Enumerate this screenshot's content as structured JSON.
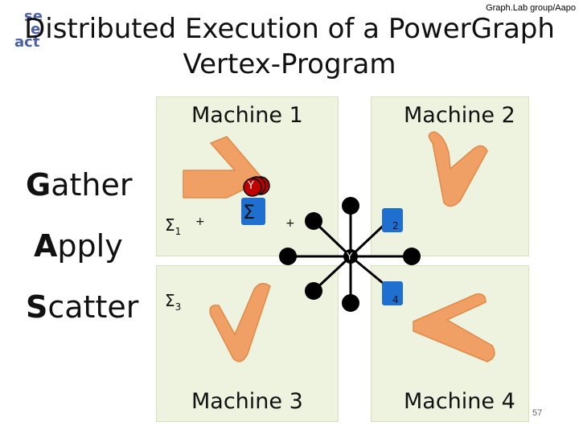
{
  "logo": {
    "line1": "se",
    "line2": "le",
    "line3": "act"
  },
  "credit": "Graph.Lab group/Aapo",
  "title_line1": "Distributed Execution of a PowerGraph",
  "title_line2": "Vertex-Program",
  "machines": [
    "Machine 1",
    "Machine 2",
    "Machine 3",
    "Machine 4"
  ],
  "phases": [
    {
      "first": "G",
      "rest": "ather"
    },
    {
      "first": "A",
      "rest": "pply"
    },
    {
      "first": "S",
      "rest": "catter"
    }
  ],
  "partials": {
    "s1": "Σ",
    "s1_sub": "1",
    "plus1": "+",
    "sigma": "Σ",
    "plus2": "+",
    "s2_sub": "2",
    "s3": "Σ",
    "s3_sub": "3",
    "s4_sub": "4"
  },
  "vertex_label": "Y",
  "page_number": "57",
  "colors": {
    "quadrant": "#eef3df",
    "arrow": "#f0a064",
    "vertex": "#000000",
    "replica": "#c00000"
  }
}
